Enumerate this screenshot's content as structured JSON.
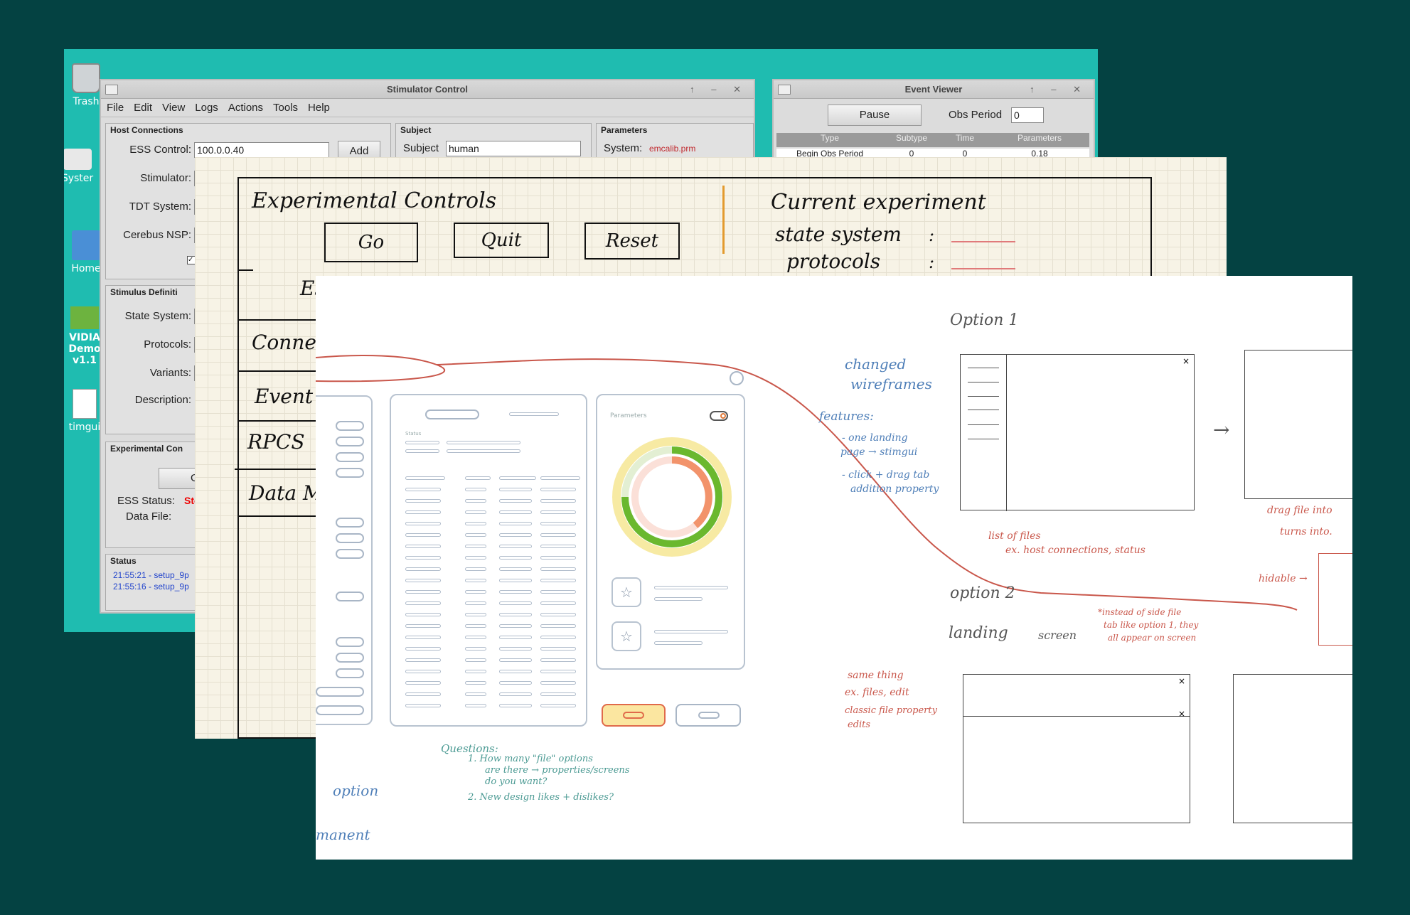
{
  "desktop": {
    "icons": [
      "Trash",
      "Syster",
      "Home",
      "VIDIA Demo v1.1",
      "timgui"
    ],
    "stim": {
      "title": "Stimulator Control",
      "menu": [
        "File",
        "Edit",
        "View",
        "Logs",
        "Actions",
        "Tools",
        "Help"
      ],
      "host_group": "Host Connections",
      "ess_label": "ESS Control:",
      "ess_value": "100.0.0.40",
      "add": "Add",
      "stim_label": "Stimulator:",
      "tdt_label": "TDT System:",
      "cerebus_label": "Cerebus NSP:",
      "subject_group": "Subject",
      "subject_label": "Subject",
      "subject_value": "human",
      "params_group": "Parameters",
      "system_label": "System:",
      "system_value": "emcalib.prm",
      "stimdef_group": "Stimulus Definiti",
      "state_label": "State System:",
      "protocols_label": "Protocols:",
      "variants_label": "Variants:",
      "description_label": "Description:",
      "exp_group": "Experimental Con",
      "go": "Go",
      "ess_status_label": "ESS Status:",
      "ess_status_value": "Sto",
      "datafile_label": "Data File:",
      "status_group": "Status",
      "log": [
        "21:55:21 - setup_9p",
        "21:55:16 - setup_9p"
      ]
    },
    "events": {
      "title": "Event Viewer",
      "pause": "Pause",
      "obs_label": "Obs Period",
      "obs_value": "0",
      "cols": [
        "Type",
        "Subtype",
        "Time",
        "Parameters"
      ],
      "row": [
        "Begin Obs Period",
        "0",
        "0",
        "0.18"
      ]
    }
  },
  "grid": {
    "title": "Experimental Controls",
    "buttons": [
      "Go",
      "Quit",
      "Reset"
    ],
    "current": "Current experiment",
    "state": "state system",
    "protocols": "protocols",
    "colon": ":",
    "rows": [
      "Es",
      "Connec",
      "Event",
      "RPCS",
      "Data M"
    ]
  },
  "board": {
    "params_title": "Parameters",
    "status_label": "Status",
    "option1": "Option 1",
    "option2": "option 2",
    "changed": "changed",
    "wireframes": "wireframes",
    "features": "features:",
    "f1a": "- one landing",
    "f1b": "page → stimgui",
    "f2a": "- click + drag tab",
    "f2b": "addition property",
    "list_files": "list of files",
    "list_ex": "ex. host connections, status",
    "landing": "landing",
    "screen": "screen",
    "instead1": "*instead of side file",
    "instead2": "tab like option 1, they",
    "instead3": "all appear on screen",
    "same1": "same thing",
    "same2": "ex. files, edit",
    "same3": "classic file property",
    "same4": "edits",
    "drag": "drag file into",
    "turns": "turns into.",
    "hidable": "hidable →",
    "q_title": "Questions:",
    "q1a": "1. How many \"file\" options",
    "q1b": "are there → properties/screens",
    "q1c": "do you want?",
    "q2": "2. New design likes + dislikes?",
    "left1": "option",
    "left2": "manent"
  }
}
